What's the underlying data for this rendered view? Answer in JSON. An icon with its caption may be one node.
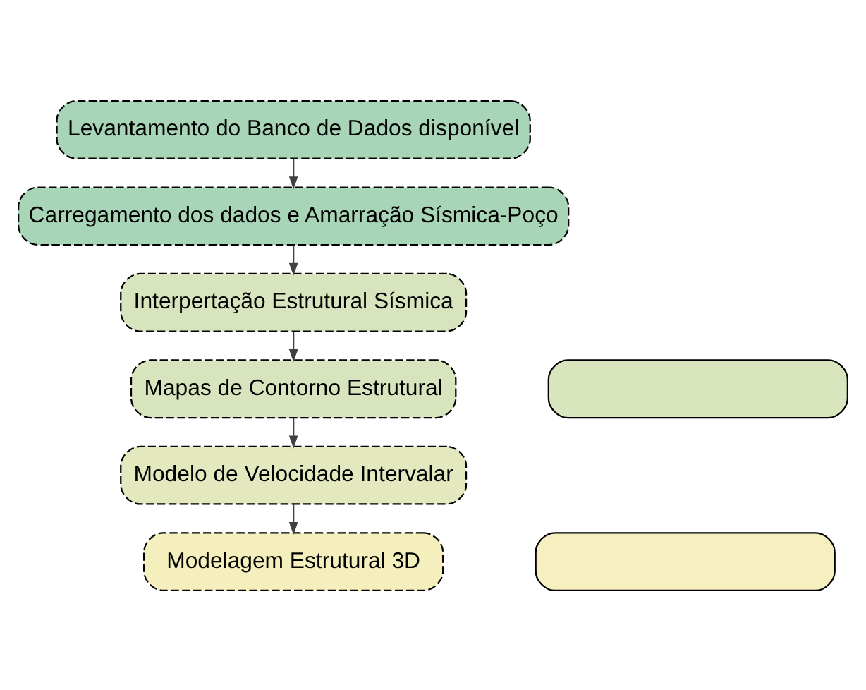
{
  "diagram": {
    "nodes": [
      {
        "text": [
          "Levantamento do Banco de Dados disponível"
        ]
      },
      {
        "text": [
          "Carregamento dos dados e Amarração Sísmica-Poço"
        ]
      },
      {
        "text": [
          "Interpertação Estrutural Sísmica"
        ]
      },
      {
        "text": [
          "Mapas de Contorno Estrutural"
        ]
      },
      {
        "text": [
          "Modelo de Velocidade Intervalar"
        ]
      },
      {
        "text": [
          "Modelagem Estrutural 3D"
        ]
      },
      {
        "text": [],
        "shape": "box"
      },
      {
        "text": [],
        "shape": "box"
      }
    ],
    "edges": [
      {
        "from": 0,
        "to": 1,
        "arrow": "to"
      },
      {
        "from": 1,
        "to": 2,
        "arrow": "to"
      },
      {
        "from": 2,
        "to": 3,
        "arrow": "to"
      },
      {
        "from": 3,
        "to": 4,
        "arrow": "to"
      },
      {
        "from": 4,
        "to": 5,
        "arrow": "to"
      }
    ]
  }
}
